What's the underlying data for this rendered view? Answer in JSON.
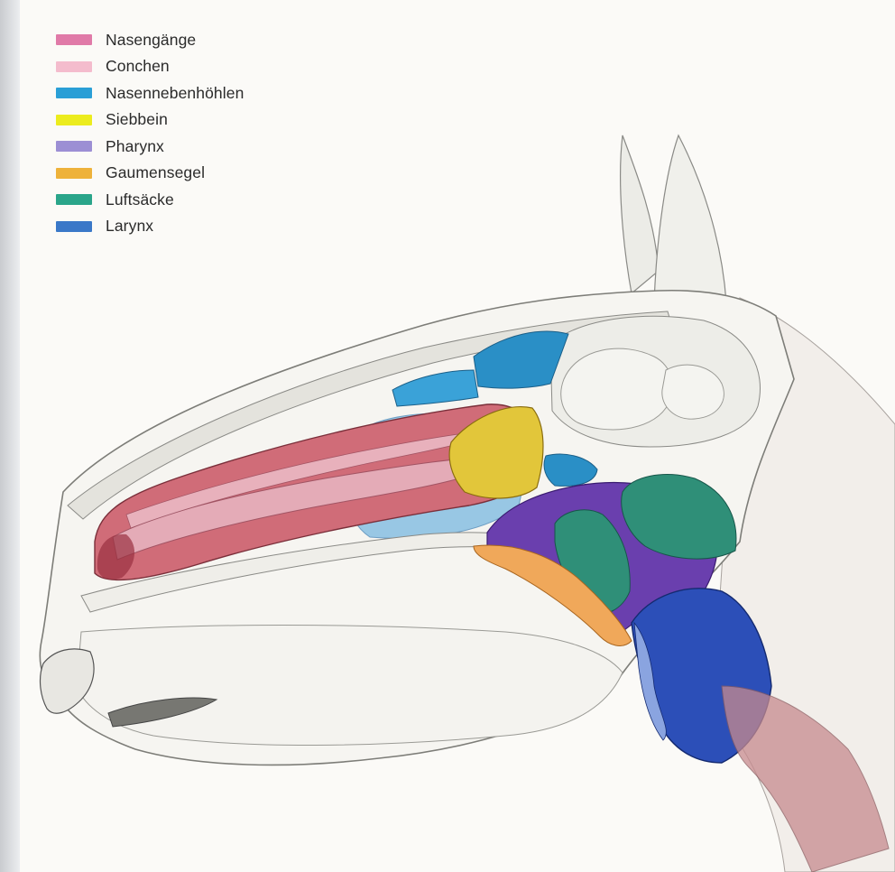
{
  "legend": {
    "items": [
      {
        "label": "Nasengänge",
        "color": "#e07aa8",
        "icon": "pink-swatch"
      },
      {
        "label": "Conchen",
        "color": "#f4bccd",
        "icon": "light-pink-swatch"
      },
      {
        "label": "Nasennebenhöhlen",
        "color": "#2a9fd6",
        "icon": "blue-swatch"
      },
      {
        "label": "Siebbein",
        "color": "#ecec1e",
        "icon": "yellow-swatch"
      },
      {
        "label": "Pharynx",
        "color": "#9c8fd4",
        "icon": "purple-swatch"
      },
      {
        "label": "Gaumensegel",
        "color": "#eeb23a",
        "icon": "orange-swatch"
      },
      {
        "label": "Luftsäcke",
        "color": "#2aa58a",
        "icon": "green-swatch"
      },
      {
        "label": "Larynx",
        "color": "#3a78c8",
        "icon": "dark-blue-swatch"
      }
    ]
  },
  "colors": {
    "background": "#fbfaf7",
    "outline": "#8a8a86",
    "bone": "#ebebe6",
    "nasal_passage": "#d06c78",
    "concha": "#e8b6c2",
    "sinus": "#2a8fc6",
    "ethmoid": "#e2c63a",
    "pharynx": "#6a3fae",
    "soft_palate": "#f0a85a",
    "guttural_pouch": "#2f8f78",
    "larynx": "#2c4fb8",
    "trachea": "#c78a8e"
  }
}
